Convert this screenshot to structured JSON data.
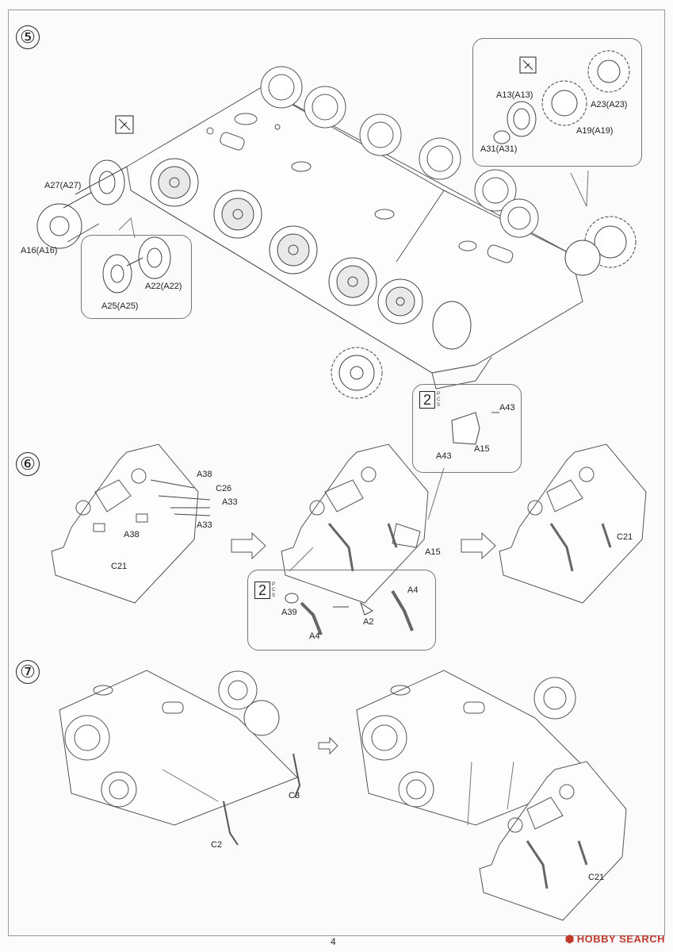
{
  "page": {
    "number": "4"
  },
  "watermark": {
    "icon": "hobby-search-logo-icon",
    "text": "HOBBY SEARCH"
  },
  "steps": [
    {
      "id": "step-5",
      "number": "⑤"
    },
    {
      "id": "step-6",
      "number": "⑥"
    },
    {
      "id": "step-7",
      "number": "⑦"
    }
  ],
  "step5": {
    "callouts": {
      "sprocket": {
        "icon": "cutting-tool-icon",
        "labels": [
          "A13(A13)",
          "A23(A23)",
          "A19(A19)",
          "A31(A31)"
        ]
      },
      "idler": {
        "labels": [
          "A22(A22)",
          "A25(A25)"
        ]
      }
    },
    "labels": [
      "A27(A27)",
      "A16(A16)"
    ],
    "hull_icon": "cutting-tool-icon"
  },
  "step6": {
    "labels": [
      "A38",
      "C26",
      "A33",
      "A33",
      "A38",
      "C21",
      "A15",
      "C21"
    ],
    "callout_top": {
      "pcs": "2",
      "pcs_unit": "PCS",
      "labels": [
        "A43",
        "A43",
        "A15"
      ]
    },
    "callout_bottom": {
      "pcs": "2",
      "pcs_unit": "PCS",
      "labels": [
        "A39",
        "A4",
        "A2",
        "A4"
      ]
    }
  },
  "step7": {
    "labels": [
      "C3",
      "C2",
      "C21"
    ]
  }
}
